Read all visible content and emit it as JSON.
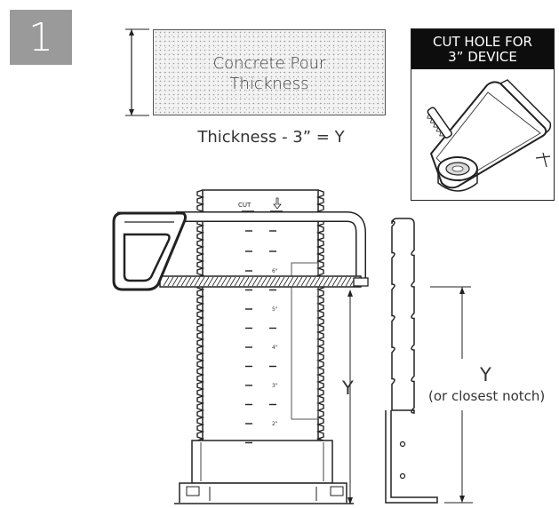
{
  "step": {
    "number": "1"
  },
  "pour": {
    "label_line1": "Concrete Pour",
    "label_line2": "Thickness",
    "formula": "Thickness - 3” = Y"
  },
  "callout": {
    "header_line1": "CUT HOLE FOR",
    "header_line2": "3” DEVICE"
  },
  "sleeve": {
    "cut_label": "CUT",
    "marks": [
      "6\"",
      "5\"",
      "4\"",
      "3\"",
      "2\""
    ]
  },
  "dimension": {
    "left_label": "Y",
    "right_label": "Y",
    "right_note": "(or closest notch)"
  }
}
